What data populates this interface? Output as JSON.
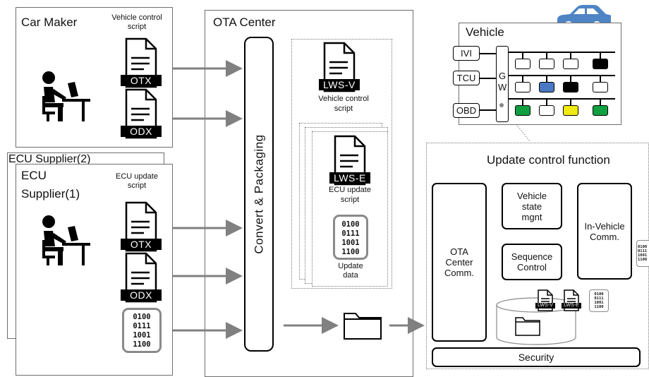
{
  "car_maker": {
    "title": "Car Maker",
    "script_label": "Vehicle control\nscript",
    "otx": "OTX",
    "odx": "ODX"
  },
  "ecu_supplier": {
    "title2": "ECU Supplier(2)",
    "title1_line1": "ECU",
    "title1_line2": "Supplier(1)",
    "script_label": "ECU update\nscript",
    "otx": "OTX",
    "odx": "ODX",
    "binary": [
      "0100",
      "0111",
      "1001",
      "1100"
    ]
  },
  "ota_center": {
    "title": "OTA Center",
    "convert_label": "Convert & Packaging",
    "lws_v": "LWS-V",
    "vehicle_script_label": "Vehicle control\nscript",
    "lws_e": "LWS-E",
    "ecu_script_label": "ECU update\nscript",
    "binary": [
      "0100",
      "0111",
      "1001",
      "1100"
    ],
    "update_data_label": "Update\ndata"
  },
  "vehicle": {
    "title": "Vehicle",
    "ports": [
      "IVI",
      "TCU",
      "OBD"
    ],
    "gw_label": [
      "G",
      "W"
    ],
    "ecu_colors": {
      "row1": [
        "#ffffff",
        "#ffffff",
        "#ffffff",
        "#000000"
      ],
      "row2": [
        "#ffffff",
        "#4a78c2",
        "#000000",
        "#ffffff"
      ],
      "row3": [
        "#10a040",
        "#ffffff",
        "#f0ea10",
        "#10a040"
      ]
    },
    "car_color": "#4e84c4"
  },
  "update_control": {
    "title": "Update control function",
    "ota_comm": "OTA\nCenter\nComm.",
    "vehicle_state": "Vehicle\nstate\nmgnt",
    "in_vehicle": "In-Vehicle\nComm.",
    "sequence": "Sequence\nControl",
    "security": "Security",
    "lws_v": "LWS-V",
    "lws_e": "LWS-E",
    "binary": [
      "0100",
      "0111",
      "1001",
      "1100"
    ],
    "edge_binary": [
      "0100",
      "0111",
      "1001",
      "1100"
    ]
  }
}
